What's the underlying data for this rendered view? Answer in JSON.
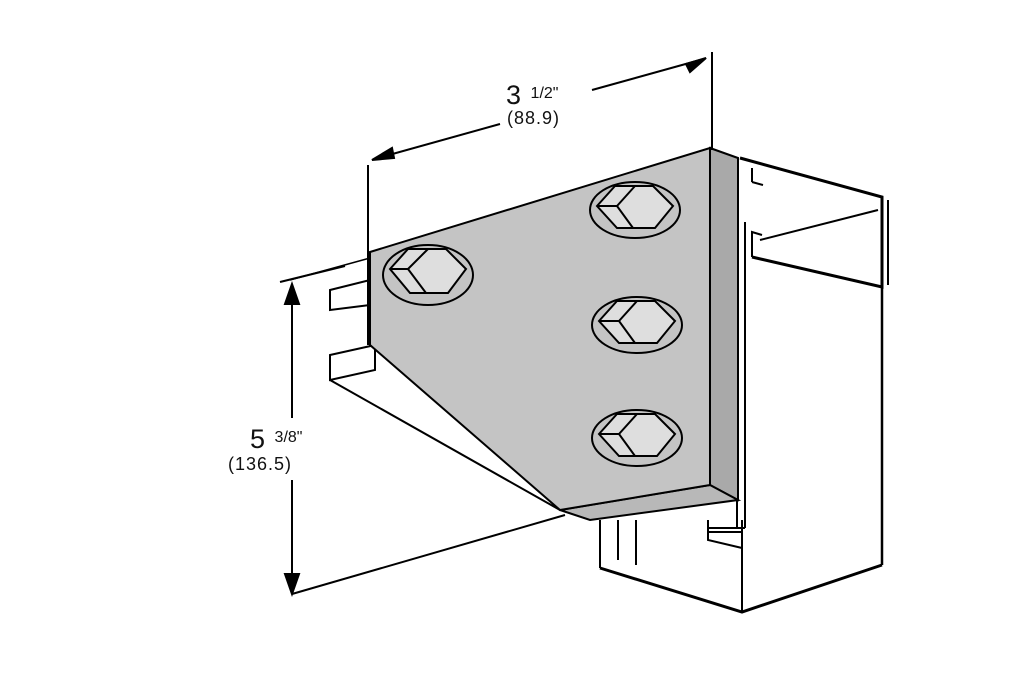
{
  "colors": {
    "plate_face": "#c4c4c4",
    "plate_edge": "#a9a9a9",
    "line": "#000000",
    "background": "#ffffff",
    "bolt_face": "#dedede"
  },
  "dimensions": {
    "width": {
      "whole": "3",
      "fraction": "1/2",
      "unit": "\"",
      "metric": "(88.9)"
    },
    "height": {
      "whole": "5",
      "fraction": "3/8",
      "unit": "\"",
      "metric": "(136.5)"
    }
  }
}
